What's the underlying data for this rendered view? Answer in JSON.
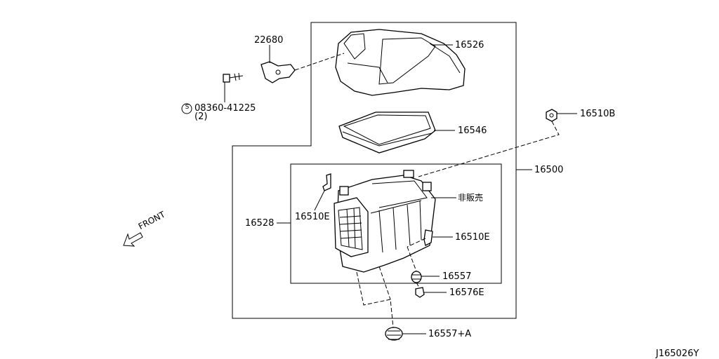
{
  "diagram": {
    "labels": {
      "p22680": "22680",
      "p08360": "08360-41225",
      "qty": "(2)",
      "screw_symbol": "S",
      "p16526": "16526",
      "p16546": "16546",
      "p16510b": "16510B",
      "p16500": "16500",
      "not_for_sale": "非販売",
      "p16528": "16528",
      "p16510e_a": "16510E",
      "p16510e_b": "16510E",
      "p16557": "16557",
      "p16576e": "16576E",
      "p16557a": "16557+A",
      "front": "FRONT",
      "diagram_id": "J165026Y"
    }
  }
}
